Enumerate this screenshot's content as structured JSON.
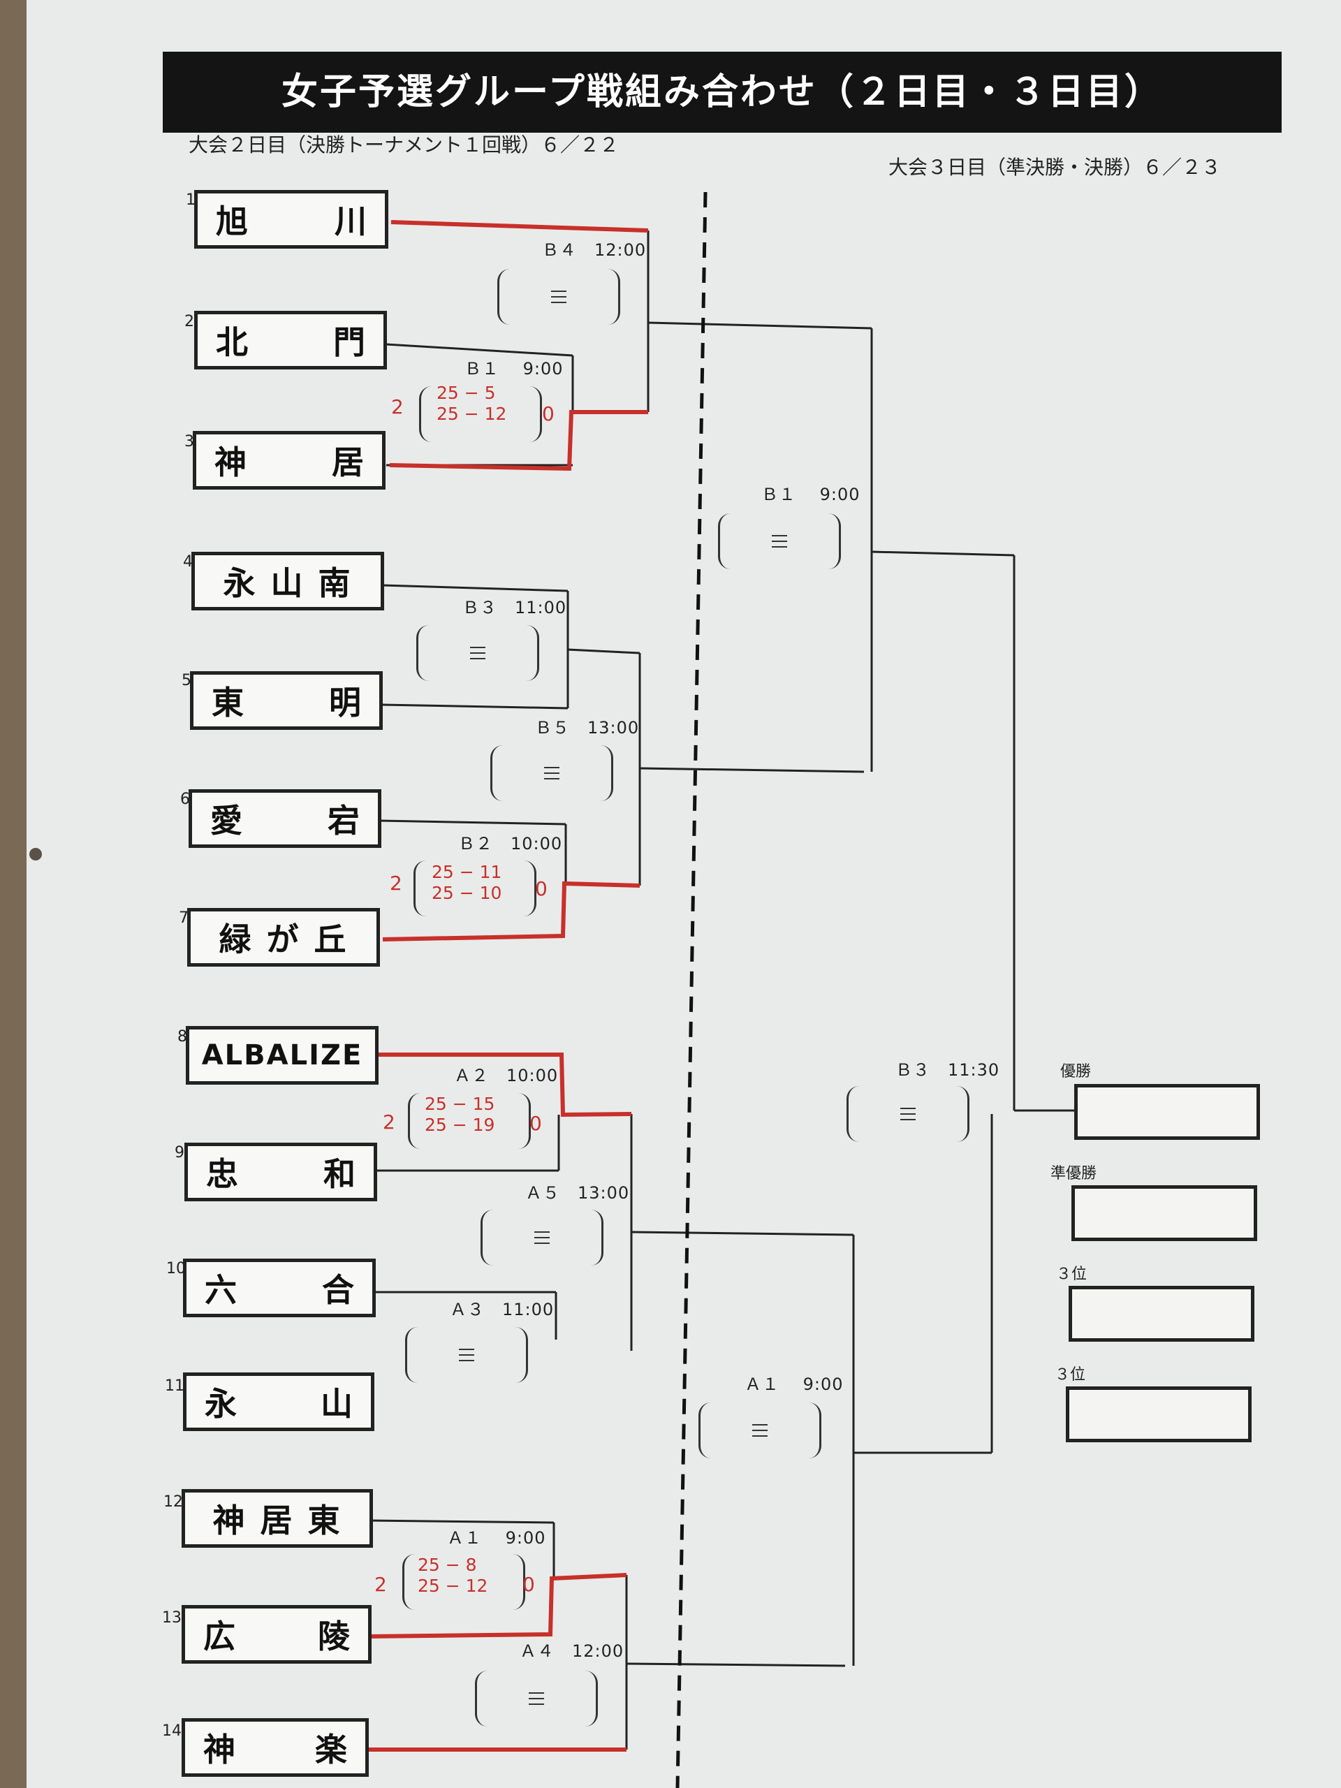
{
  "title": "女子予選グループ戦組み合わせ（２日目・３日目）",
  "day2_label": "大会２日目（決勝トーナメント１回戦）６／２２",
  "day3_label": "大会３日目（準決勝・決勝）６／２３",
  "teams": [
    {
      "seed": "1",
      "name_a": "旭",
      "name_b": "川"
    },
    {
      "seed": "2",
      "name_a": "北",
      "name_b": "門"
    },
    {
      "seed": "3",
      "name_a": "神",
      "name_b": "居"
    },
    {
      "seed": "4",
      "name": "永 山 南"
    },
    {
      "seed": "5",
      "name_a": "東",
      "name_b": "明"
    },
    {
      "seed": "6",
      "name_a": "愛",
      "name_b": "宕"
    },
    {
      "seed": "7",
      "name": "緑 が 丘"
    },
    {
      "seed": "8",
      "name": "ALBALIZE"
    },
    {
      "seed": "9",
      "name_a": "忠",
      "name_b": "和"
    },
    {
      "seed": "10",
      "name_a": "六",
      "name_b": "合"
    },
    {
      "seed": "11",
      "name_a": "永",
      "name_b": "山"
    },
    {
      "seed": "12",
      "name": "神 居 東"
    },
    {
      "seed": "13",
      "name_a": "広",
      "name_b": "陵"
    },
    {
      "seed": "14",
      "name_a": "神",
      "name_b": "楽"
    }
  ],
  "matches": [
    {
      "label": "Ｂ４　12:00"
    },
    {
      "label": "Ｂ１　 9:00",
      "score": {
        "left": "2",
        "right": "0",
        "set1": "25 − 5",
        "set2": "25 − 12"
      }
    },
    {
      "label": "Ｂ３　11:00"
    },
    {
      "label": "Ｂ５　13:00"
    },
    {
      "label": "Ｂ２　10:00",
      "score": {
        "left": "2",
        "right": "0",
        "set1": "25 − 11",
        "set2": "25 − 10"
      }
    },
    {
      "label": "Ａ２　10:00",
      "score": {
        "left": "2",
        "right": "0",
        "set1": "25 − 15",
        "set2": "25 − 19"
      }
    },
    {
      "label": "Ａ５　13:00"
    },
    {
      "label": "Ａ３　11:00"
    },
    {
      "label": "Ａ１　 9:00",
      "score": {
        "left": "2",
        "right": "0",
        "set1": "25 − 8",
        "set2": "25 − 12"
      }
    },
    {
      "label": "Ａ４　12:00"
    },
    {
      "label": "Ｂ１　 9:00"
    },
    {
      "label": "Ａ１　 9:00"
    },
    {
      "label": "Ｂ３　11:30"
    }
  ],
  "ranks": [
    "優勝",
    "準優勝",
    "３位",
    "３位"
  ],
  "colors": {
    "winner_line": "#c8302a",
    "ink": "#222222"
  }
}
